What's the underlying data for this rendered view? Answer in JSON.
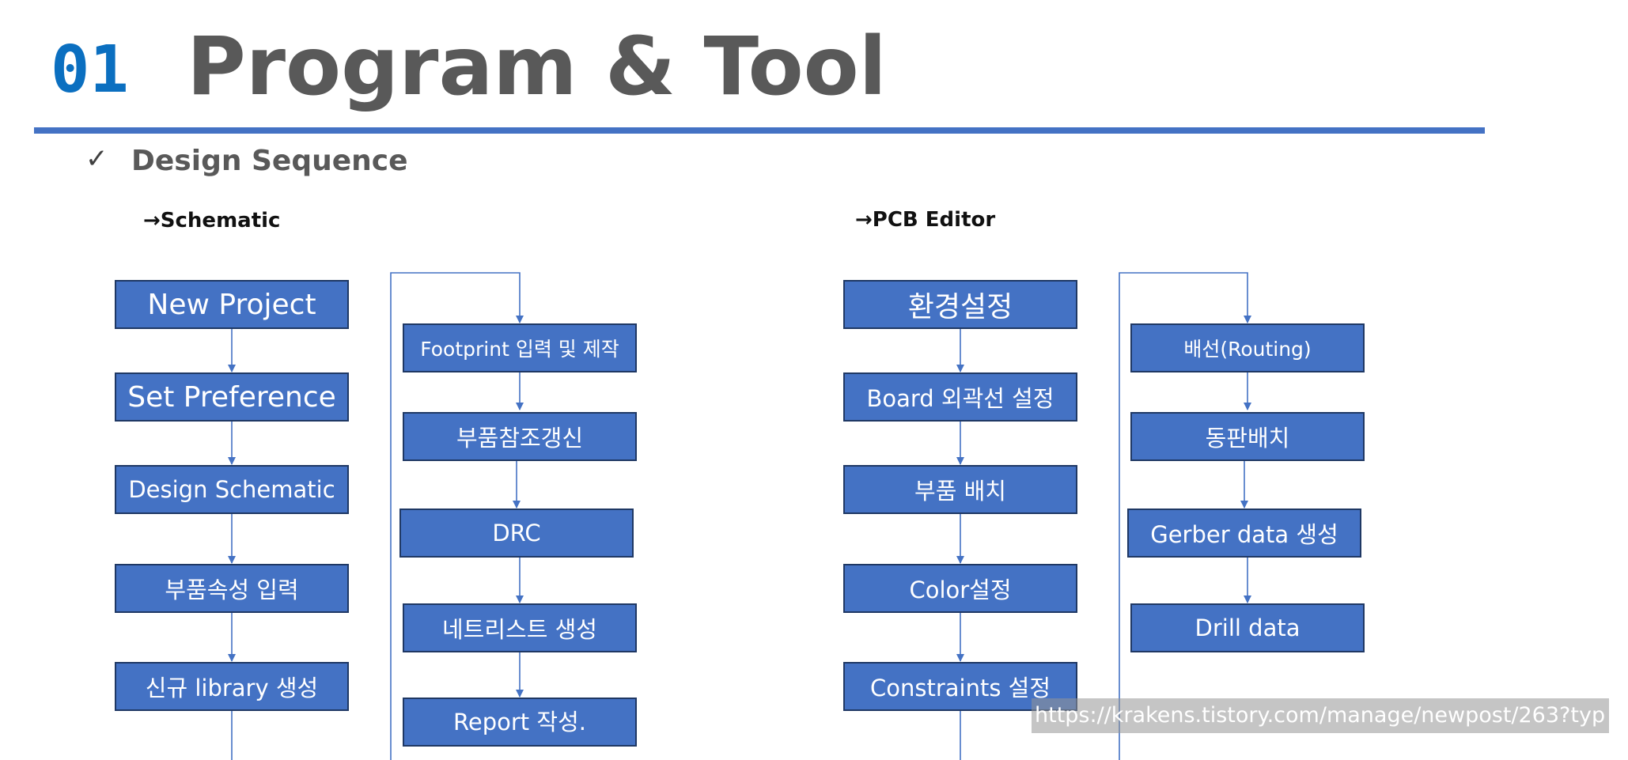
{
  "header": {
    "number": "01",
    "title": "Program & Tool",
    "accent_color": "#0b6fc0",
    "rule_color": "#4472c4"
  },
  "section": {
    "check_icon": "check-icon",
    "heading": "Design Sequence"
  },
  "schematic": {
    "heading": "→Schematic",
    "steps_left": [
      "New Project",
      "Set Preference",
      "Design Schematic",
      "부품속성 입력",
      "신규 library 생성"
    ],
    "steps_right": [
      "Footprint 입력 및 제작",
      "부품참조갱신",
      "DRC",
      "네트리스트 생성",
      "Report 작성."
    ]
  },
  "pcb": {
    "heading": "→PCB Editor",
    "steps_left": [
      "환경설정",
      "Board 외곽선 설정",
      "부품 배치",
      "Color설정",
      "Constraints 설정"
    ],
    "steps_right": [
      "배선(Routing)",
      "동판배치",
      "Gerber data 생성",
      "Drill data"
    ]
  },
  "watermark": {
    "url": "https://krakens.tistory.com/manage/newpost/263?typ"
  },
  "colors": {
    "node_fill": "#4472c4",
    "node_border": "#1f3864",
    "connector": "#4472c4"
  }
}
